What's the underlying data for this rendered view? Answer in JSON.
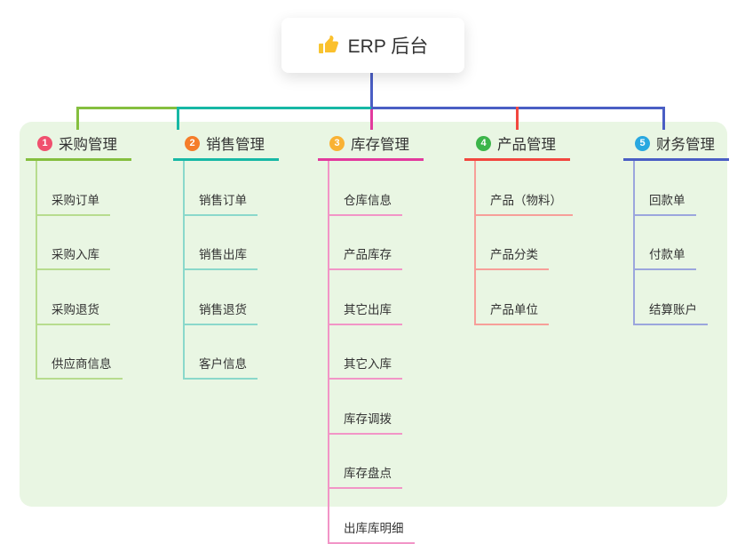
{
  "root": {
    "icon": "thumbs-up",
    "title": "ERP 后台"
  },
  "canvas": {
    "panel_bg": "#e9f6e3",
    "root_link_color": "#4a5ec4",
    "text_color": "#333333"
  },
  "branches": [
    {
      "badge": "1",
      "badge_color": "#f0506e",
      "line_color": "#85bf3f",
      "child_line_color": "#b7dc8e",
      "label": "采购管理",
      "children": [
        "采购订单",
        "采购入库",
        "采购退货",
        "供应商信息"
      ]
    },
    {
      "badge": "2",
      "badge_color": "#f57d2a",
      "line_color": "#17b8a5",
      "child_line_color": "#8ad8cb",
      "label": "销售管理",
      "children": [
        "销售订单",
        "销售出库",
        "销售退货",
        "客户信息"
      ]
    },
    {
      "badge": "3",
      "badge_color": "#f9b234",
      "line_color": "#e23a9d",
      "child_line_color": "#f295c7",
      "label": "库存管理",
      "children": [
        "仓库信息",
        "产品库存",
        "其它出库",
        "其它入库",
        "库存调拨",
        "库存盘点",
        "出库库明细"
      ]
    },
    {
      "badge": "4",
      "badge_color": "#3cb54a",
      "line_color": "#f2473f",
      "child_line_color": "#f79f99",
      "label": "产品管理",
      "children": [
        "产品（物料）",
        "产品分类",
        "产品单位"
      ]
    },
    {
      "badge": "5",
      "badge_color": "#29a8e0",
      "line_color": "#4a5ec4",
      "child_line_color": "#9ba6dd",
      "label": "财务管理",
      "children": [
        "回款单",
        "付款单",
        "结算账户"
      ]
    }
  ]
}
